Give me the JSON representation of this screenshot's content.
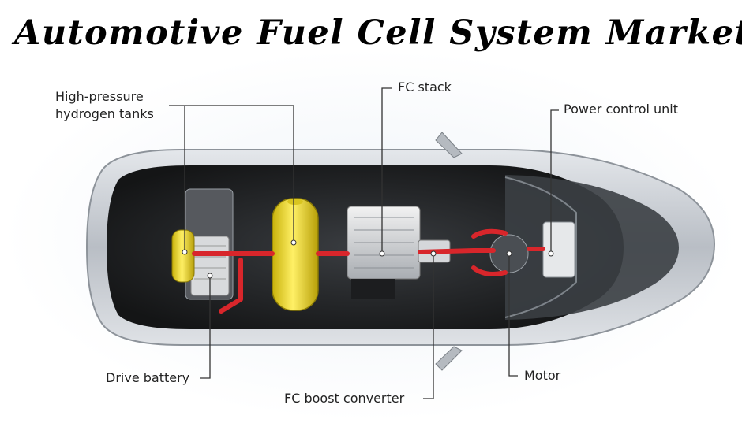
{
  "title": "Automotive Fuel Cell System Market",
  "labels": {
    "tanks_line1": "High-pressure",
    "tanks_line2": "hydrogen tanks",
    "fc_stack": "FC stack",
    "power_control": "Power control unit",
    "drive_battery": "Drive battery",
    "boost_converter": "FC boost converter",
    "motor": "Motor"
  },
  "colors": {
    "hydrogen_tank": "#f2e11c",
    "pipe": "#d8262b",
    "callout_line": "#333333",
    "car_body": "#c7ccd2",
    "interior": "#2a2c2f"
  }
}
